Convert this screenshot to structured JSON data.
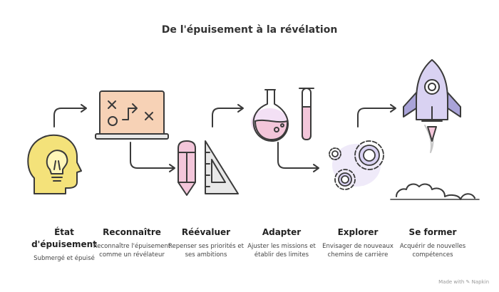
{
  "title": "De l'épuisement à la révélation",
  "steps": [
    {
      "title": "État d'épuisement",
      "desc": "Submergé et épuisé",
      "icon": "head-lightbulb-icon"
    },
    {
      "title": "Reconnaître",
      "desc": "Reconnaître l'épuisement comme un révélateur",
      "icon": "strategy-board-icon"
    },
    {
      "title": "Réévaluer",
      "desc": "Repenser ses priorités et ses ambitions",
      "icon": "pencil-ruler-icon"
    },
    {
      "title": "Adapter",
      "desc": "Ajuster les missions et établir des limites",
      "icon": "flask-test-tube-icon"
    },
    {
      "title": "Explorer",
      "desc": "Envisager de nouveaux chemins de carrière",
      "icon": "gears-icon"
    },
    {
      "title": "Se former",
      "desc": "Acquérir de nouvelles compétences",
      "icon": "rocket-icon"
    }
  ],
  "credit": "Made with ✎ Napkin",
  "colors": {
    "stroke": "#3a3a3a",
    "yellow": "#f4e27a",
    "peach": "#f7d2b6",
    "pink": "#f3c6da",
    "lavender": "#d9d2f2",
    "purple": "#a9a3d8",
    "gray": "#c7c7c7"
  }
}
